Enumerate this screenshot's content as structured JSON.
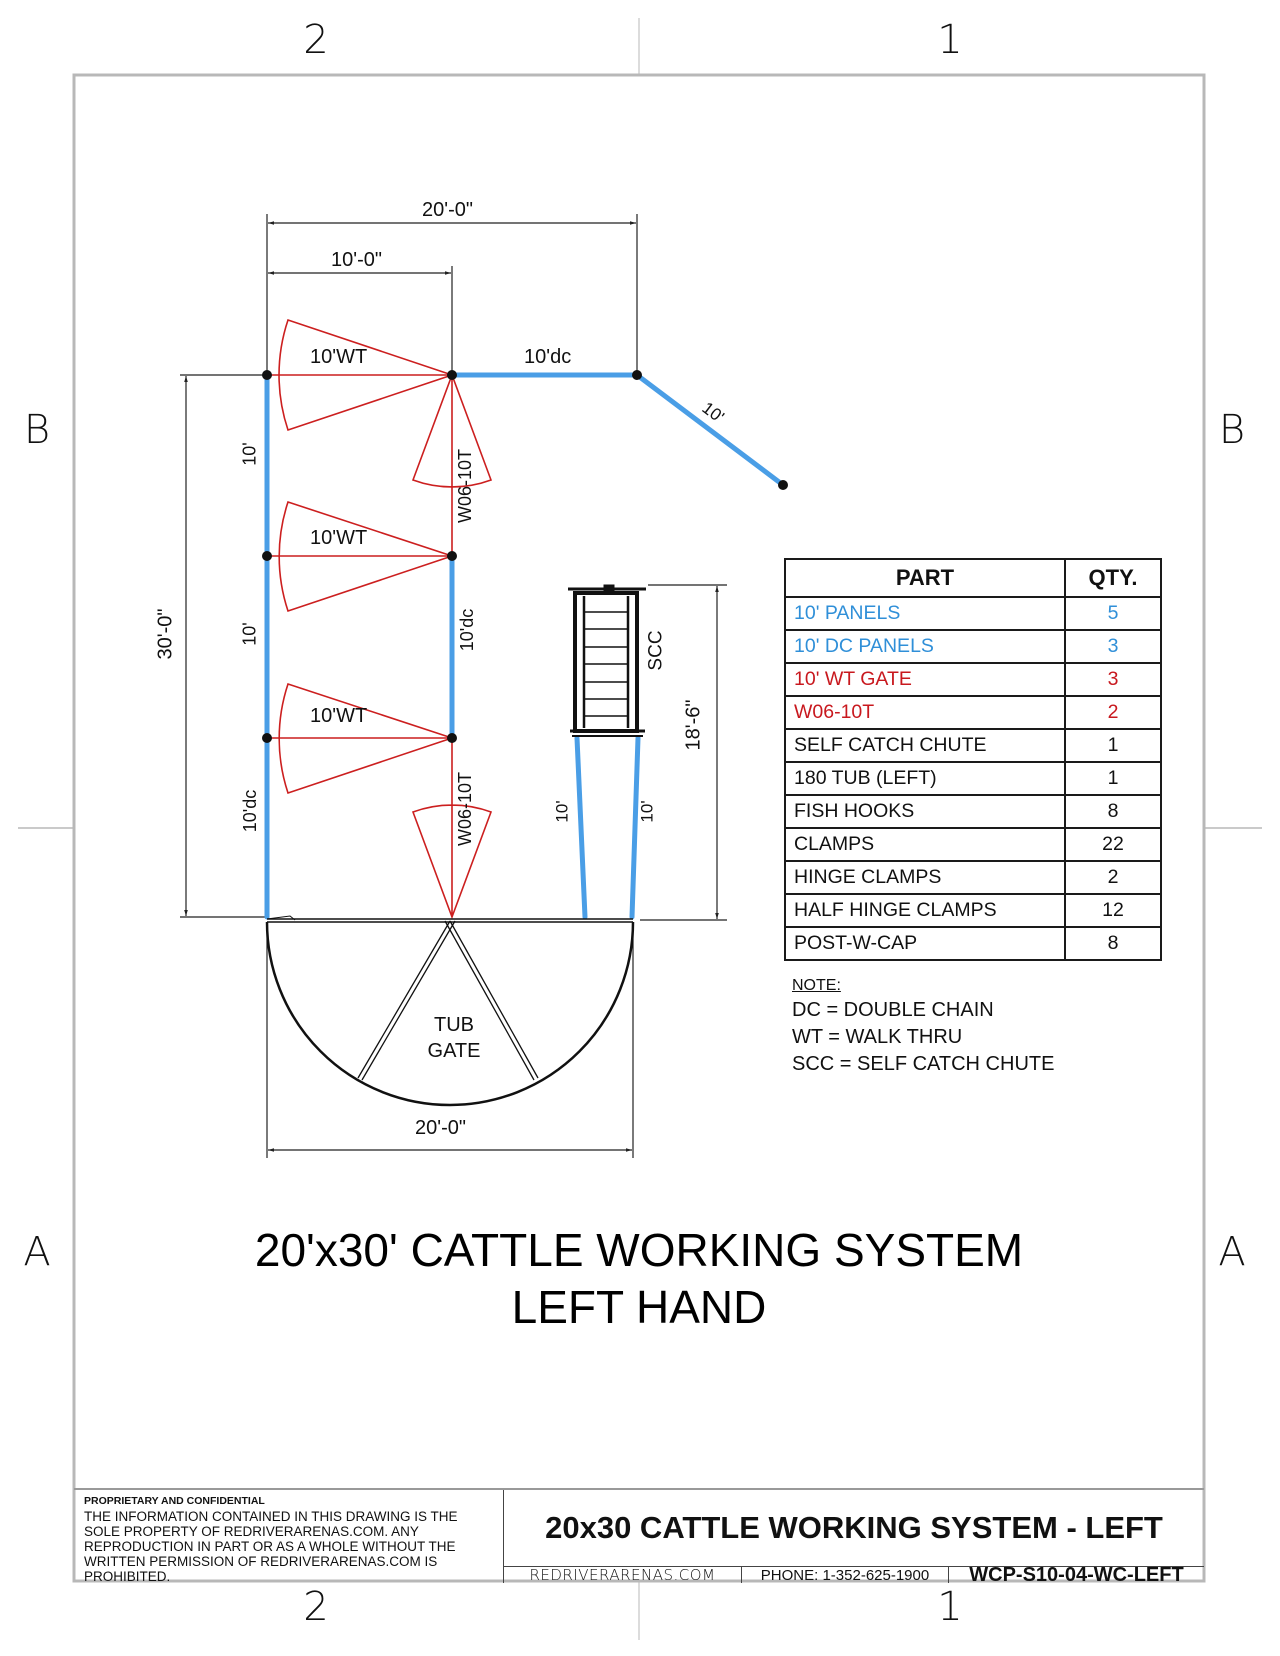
{
  "sheet": {
    "zones_top": [
      "2",
      "1"
    ],
    "zones_bottom": [
      "2",
      "1"
    ],
    "zones_left": [
      "B",
      "A"
    ],
    "zones_right": [
      "B",
      "A"
    ]
  },
  "drawing": {
    "dimensions": {
      "overall_width_top": "20'-0\"",
      "half_width_top": "10'-0\"",
      "overall_length": "30'-0\"",
      "chute_length": "18'-6\"",
      "tub_width": "20'-0\""
    },
    "labels": {
      "gate_wt_1": "10'WT",
      "gate_wt_2": "10'WT",
      "gate_wt_3": "10'WT",
      "top_dc_panel": "10'dc",
      "angled_panel": "10'",
      "left_panel_1": "10'",
      "left_panel_2": "10'",
      "left_panel_3": "10'dc",
      "right_panel_dc": "10'dc",
      "w06_upper": "W06-10T",
      "w06_lower": "W06-10T",
      "scc": "SCC",
      "chute_left_panel": "10'",
      "chute_right_panel": "10'",
      "tub_gate_line1": "TUB",
      "tub_gate_line2": "GATE"
    },
    "colors": {
      "panel_blue": "#4a9ee6",
      "gate_red": "#cc1f1f",
      "dimension": "#222222",
      "frame": "#b5b5b5"
    }
  },
  "bom": {
    "headers": {
      "part": "PART",
      "qty": "QTY."
    },
    "rows": [
      {
        "part": "10' PANELS",
        "qty": "5",
        "color": "blue"
      },
      {
        "part": "10' DC PANELS",
        "qty": "3",
        "color": "blue"
      },
      {
        "part": "10' WT GATE",
        "qty": "3",
        "color": "red"
      },
      {
        "part": "W06-10T",
        "qty": "2",
        "color": "red"
      },
      {
        "part": "SELF CATCH CHUTE",
        "qty": "1",
        "color": "black"
      },
      {
        "part": "180 TUB (LEFT)",
        "qty": "1",
        "color": "black"
      },
      {
        "part": "FISH HOOKS",
        "qty": "8",
        "color": "black"
      },
      {
        "part": "CLAMPS",
        "qty": "22",
        "color": "black"
      },
      {
        "part": "HINGE CLAMPS",
        "qty": "2",
        "color": "black"
      },
      {
        "part": "HALF HINGE CLAMPS",
        "qty": "12",
        "color": "black"
      },
      {
        "part": "POST-W-CAP",
        "qty": "8",
        "color": "black"
      }
    ]
  },
  "note": {
    "heading": "NOTE:",
    "lines": [
      "DC = DOUBLE CHAIN",
      "WT = WALK THRU",
      "SCC = SELF CATCH CHUTE"
    ]
  },
  "title": {
    "line1": "20'x30' CATTLE WORKING SYSTEM",
    "line2": "LEFT HAND"
  },
  "title_block": {
    "proprietary_heading": "PROPRIETARY AND CONFIDENTIAL",
    "proprietary_text": "THE INFORMATION CONTAINED IN THIS DRAWING IS THE SOLE PROPERTY OF REDRIVERARENAS.COM.  ANY REPRODUCTION IN PART OR AS A WHOLE WITHOUT THE WRITTEN PERMISSION OF REDRIVERARENAS.COM IS PROHIBITED.",
    "drawing_name": "20x30 CATTLE WORKING SYSTEM - LEFT",
    "website": "REDRIVERARENAS.COM",
    "phone": "PHONE: 1-352-625-1900",
    "part_number": "WCP-S10-04-WC-LEFT"
  }
}
